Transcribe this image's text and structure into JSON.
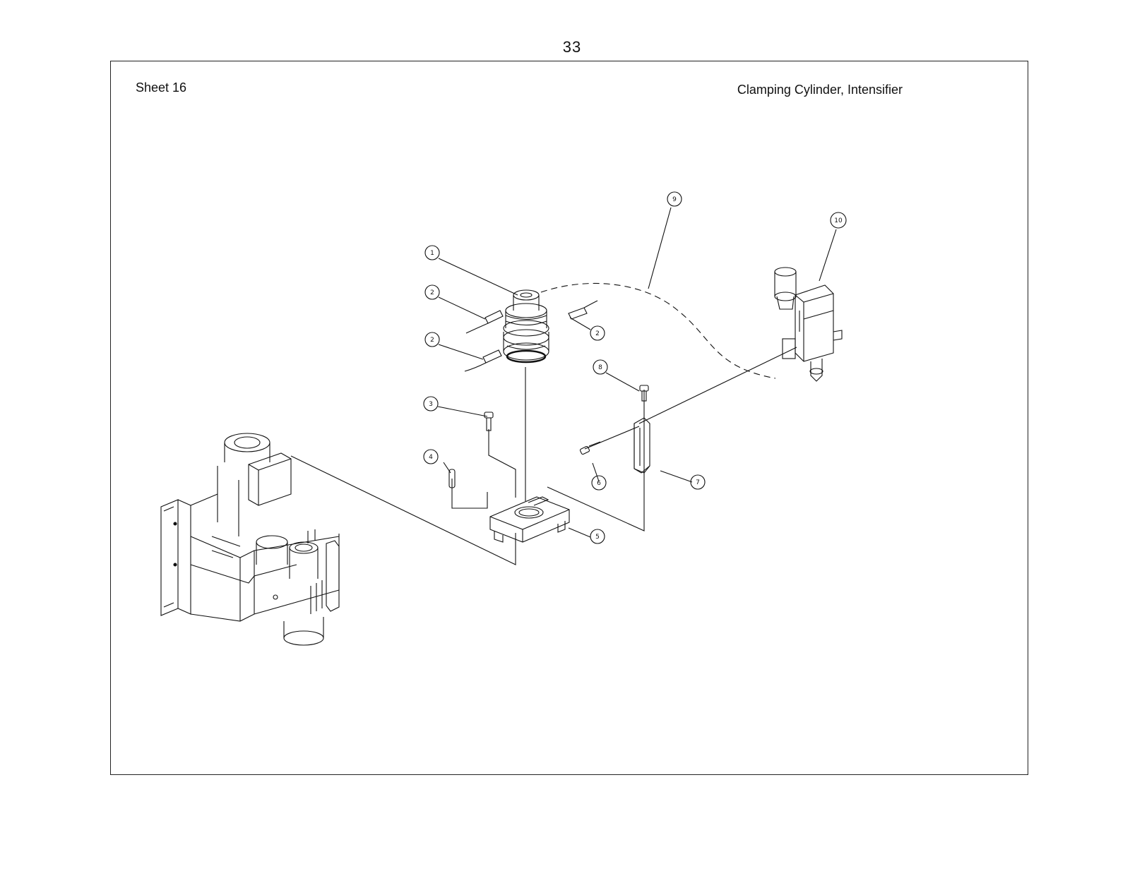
{
  "page": {
    "number": "33"
  },
  "sheet": {
    "label": "Sheet 16",
    "title": "Clamping Cylinder, Intensifier"
  },
  "callouts": [
    "1",
    "2",
    "2",
    "2",
    "3",
    "4",
    "5",
    "6",
    "7",
    "8",
    "9",
    "10"
  ]
}
